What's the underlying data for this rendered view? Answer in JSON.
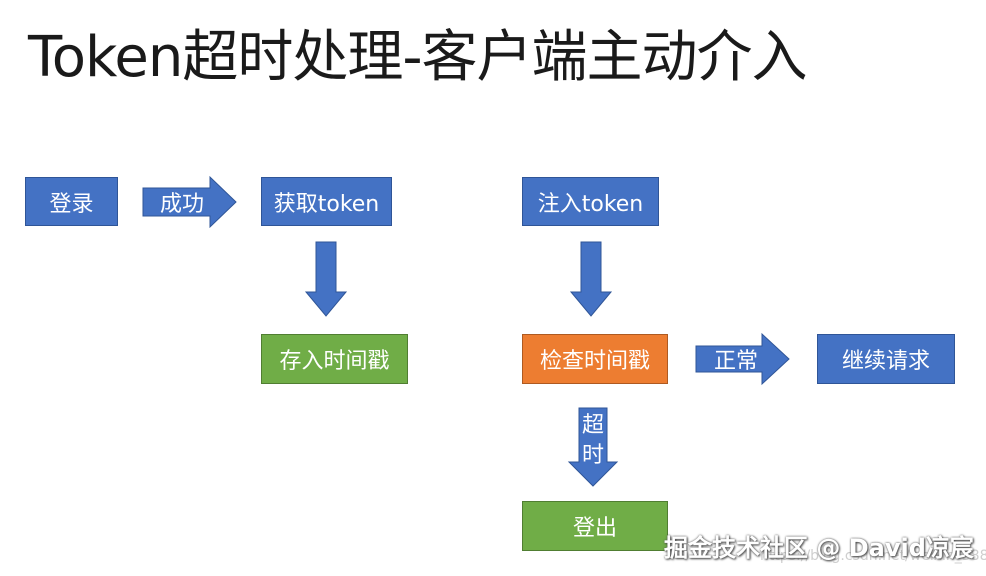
{
  "title": "Token超时处理-客户端主动介入",
  "nodes": {
    "login": "登录",
    "get_token": "获取token",
    "store_timestamp": "存入时间戳",
    "inject_token": "注入token",
    "check_timestamp": "检查时间戳",
    "continue_request": "继续请求",
    "logout": "登出"
  },
  "edges": {
    "success": "成功",
    "normal": "正常",
    "timeout_1": "超",
    "timeout_2": "时"
  },
  "colors": {
    "blue": "#4472c4",
    "green": "#70ad47",
    "orange": "#ed7d31"
  },
  "watermark": "掘金技术社区 @ David凉宸",
  "watermark_url": "https://blog.csdn.net/weixin_388"
}
